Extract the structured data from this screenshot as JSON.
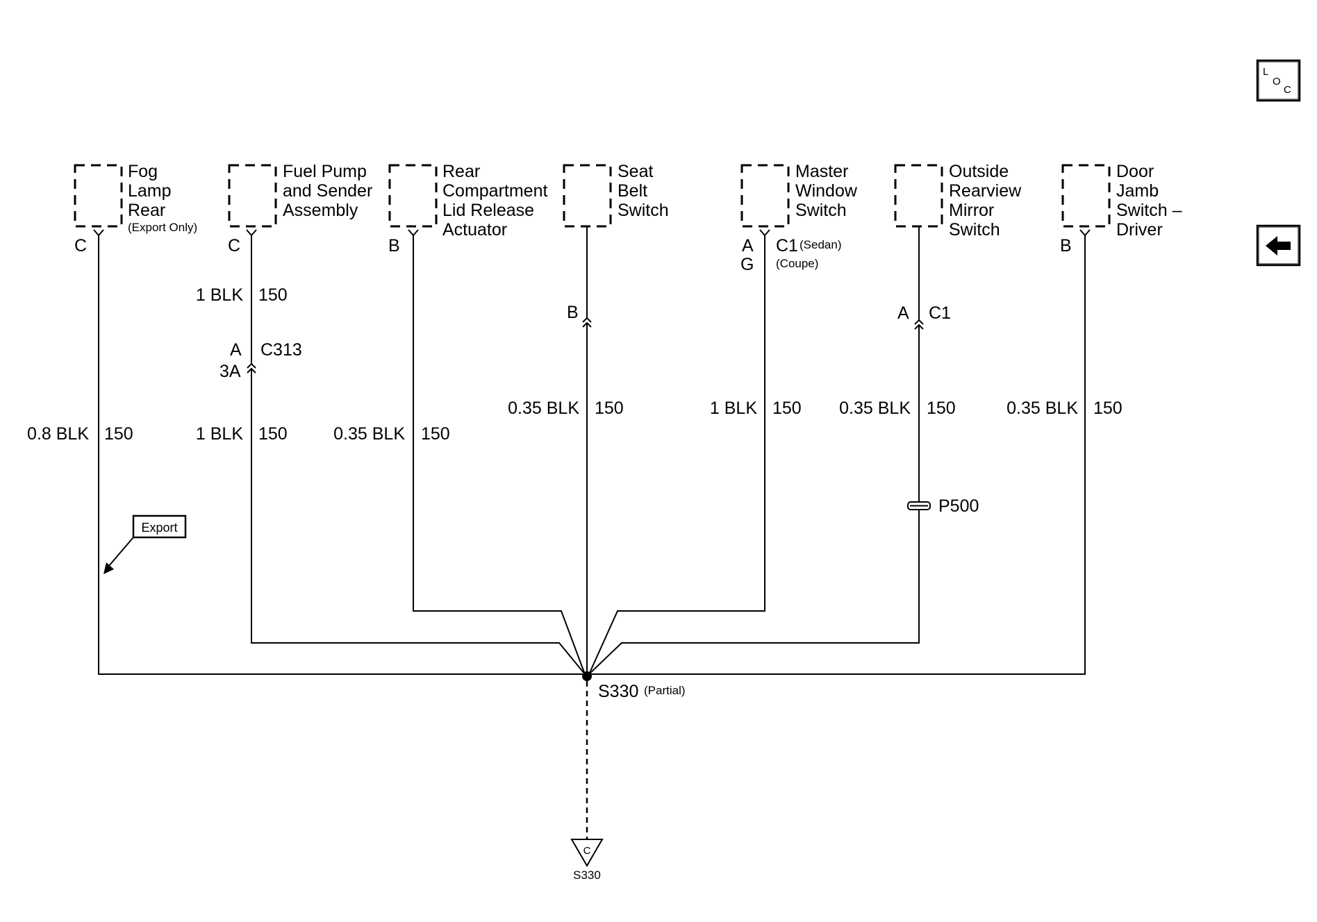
{
  "components": {
    "fog_lamp": {
      "lines": [
        "Fog",
        "Lamp",
        "Rear"
      ],
      "note": "(Export Only)",
      "pin": "C"
    },
    "fuel_pump": {
      "lines": [
        "Fuel Pump",
        "and Sender",
        "Assembly"
      ],
      "pin": "C"
    },
    "rear_compartment": {
      "lines": [
        "Rear",
        "Compartment",
        "Lid Release",
        "Actuator"
      ],
      "pin": "B"
    },
    "seat_belt": {
      "lines": [
        "Seat",
        "Belt",
        "Switch"
      ]
    },
    "master_window": {
      "lines": [
        "Master",
        "Window",
        "Switch"
      ],
      "pin_sedan": "A",
      "pin_coupe": "G",
      "connector": "C1",
      "sedan_note": "(Sedan)",
      "coupe_note": "(Coupe)"
    },
    "outside_mirror": {
      "lines": [
        "Outside",
        "Rearview",
        "Mirror",
        "Switch"
      ]
    },
    "door_jamb": {
      "lines": [
        "Door",
        "Jamb",
        "Switch –",
        "Driver"
      ],
      "pin": "B"
    }
  },
  "connectors": {
    "c313": {
      "name": "C313",
      "pin_top": "A",
      "pin_bottom": "3A"
    },
    "seat_belt_pin": {
      "pin": "B"
    },
    "mirror_c1": {
      "name": "C1",
      "pin": "A"
    },
    "p500": {
      "name": "P500"
    }
  },
  "wires": {
    "fog": {
      "gauge": "0.8 BLK",
      "circuit": "150"
    },
    "fuel_upper": {
      "gauge": "1 BLK",
      "circuit": "150"
    },
    "fuel_lower": {
      "gauge": "1 BLK",
      "circuit": "150"
    },
    "rear_comp": {
      "gauge": "0.35 BLK",
      "circuit": "150"
    },
    "seat_belt": {
      "gauge": "0.35 BLK",
      "circuit": "150"
    },
    "master_window": {
      "gauge": "1 BLK",
      "circuit": "150"
    },
    "mirror": {
      "gauge": "0.35 BLK",
      "circuit": "150"
    },
    "door_jamb": {
      "gauge": "0.35 BLK",
      "circuit": "150"
    }
  },
  "export_tag": "Export",
  "splice": {
    "name": "S330",
    "note": "(Partial)"
  },
  "ground_ref": {
    "letter": "C",
    "name": "S330"
  },
  "nav": {
    "loc_letters": [
      "L",
      "O",
      "C"
    ],
    "back_icon": "left-arrow-icon"
  }
}
